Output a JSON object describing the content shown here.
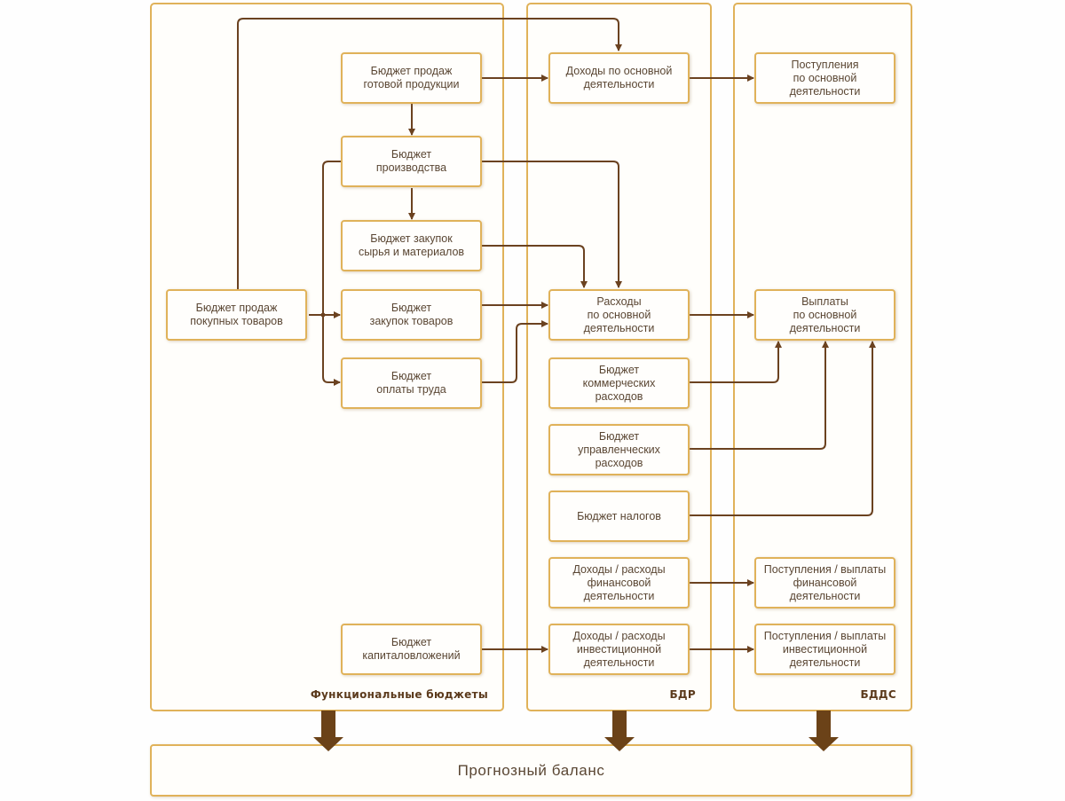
{
  "colors": {
    "panel_border": "#e0b25a",
    "connector": "#6b4220",
    "text": "#5a4633",
    "label": "#5b3a1c"
  },
  "panels": {
    "functional": {
      "label": "Функциональные бюджеты"
    },
    "bdr": {
      "label": "БДР"
    },
    "bdds": {
      "label": "БДДС"
    }
  },
  "nodes": {
    "sales_finished": "Бюджет продаж\nготовой продукции",
    "production": "Бюджет\nпроизводства",
    "raw_purchases": "Бюджет закупок\nсырья и материалов",
    "sales_goods": "Бюджет продаж\nпокупных товаров",
    "goods_purchases": "Бюджет\nзакупок товаров",
    "payroll": "Бюджет\nоплаты труда",
    "capex": "Бюджет\nкапиталовложений",
    "op_income": "Доходы по основной\nдеятельности",
    "op_expenses": "Расходы\nпо основной\nдеятельности",
    "commercial": "Бюджет\nкоммерческих\nрасходов",
    "admin": "Бюджет\nуправленческих\nрасходов",
    "taxes": "Бюджет налогов",
    "fin_income_exp": "Доходы / расходы\nфинансовой\nдеятельности",
    "inv_income_exp": "Доходы / расходы\nинвестиционной\nдеятельности",
    "op_receipts": "Поступления\nпо основной\nдеятельности",
    "op_payments": "Выплаты\nпо основной\nдеятельности",
    "fin_flows": "Поступления / выплаты\nфинансовой\nдеятельности",
    "inv_flows": "Поступления / выплаты\nинвестиционной\nдеятельности"
  },
  "edges": [
    [
      "sales_finished",
      "op_income"
    ],
    [
      "sales_finished",
      "production"
    ],
    [
      "sales_goods",
      "op_income"
    ],
    [
      "production",
      "raw_purchases"
    ],
    [
      "production",
      "op_expenses"
    ],
    [
      "production",
      "payroll"
    ],
    [
      "sales_goods",
      "goods_purchases"
    ],
    [
      "raw_purchases",
      "op_expenses"
    ],
    [
      "goods_purchases",
      "op_expenses"
    ],
    [
      "payroll",
      "op_expenses"
    ],
    [
      "op_income",
      "op_receipts"
    ],
    [
      "op_expenses",
      "op_payments"
    ],
    [
      "commercial",
      "op_payments"
    ],
    [
      "admin",
      "op_payments"
    ],
    [
      "taxes",
      "op_payments"
    ],
    [
      "fin_income_exp",
      "fin_flows"
    ],
    [
      "capex",
      "inv_income_exp"
    ],
    [
      "inv_income_exp",
      "inv_flows"
    ],
    [
      "functional",
      "balance"
    ],
    [
      "bdr",
      "balance"
    ],
    [
      "bdds",
      "balance"
    ]
  ],
  "balance": {
    "label": "Прогнозный баланс"
  }
}
